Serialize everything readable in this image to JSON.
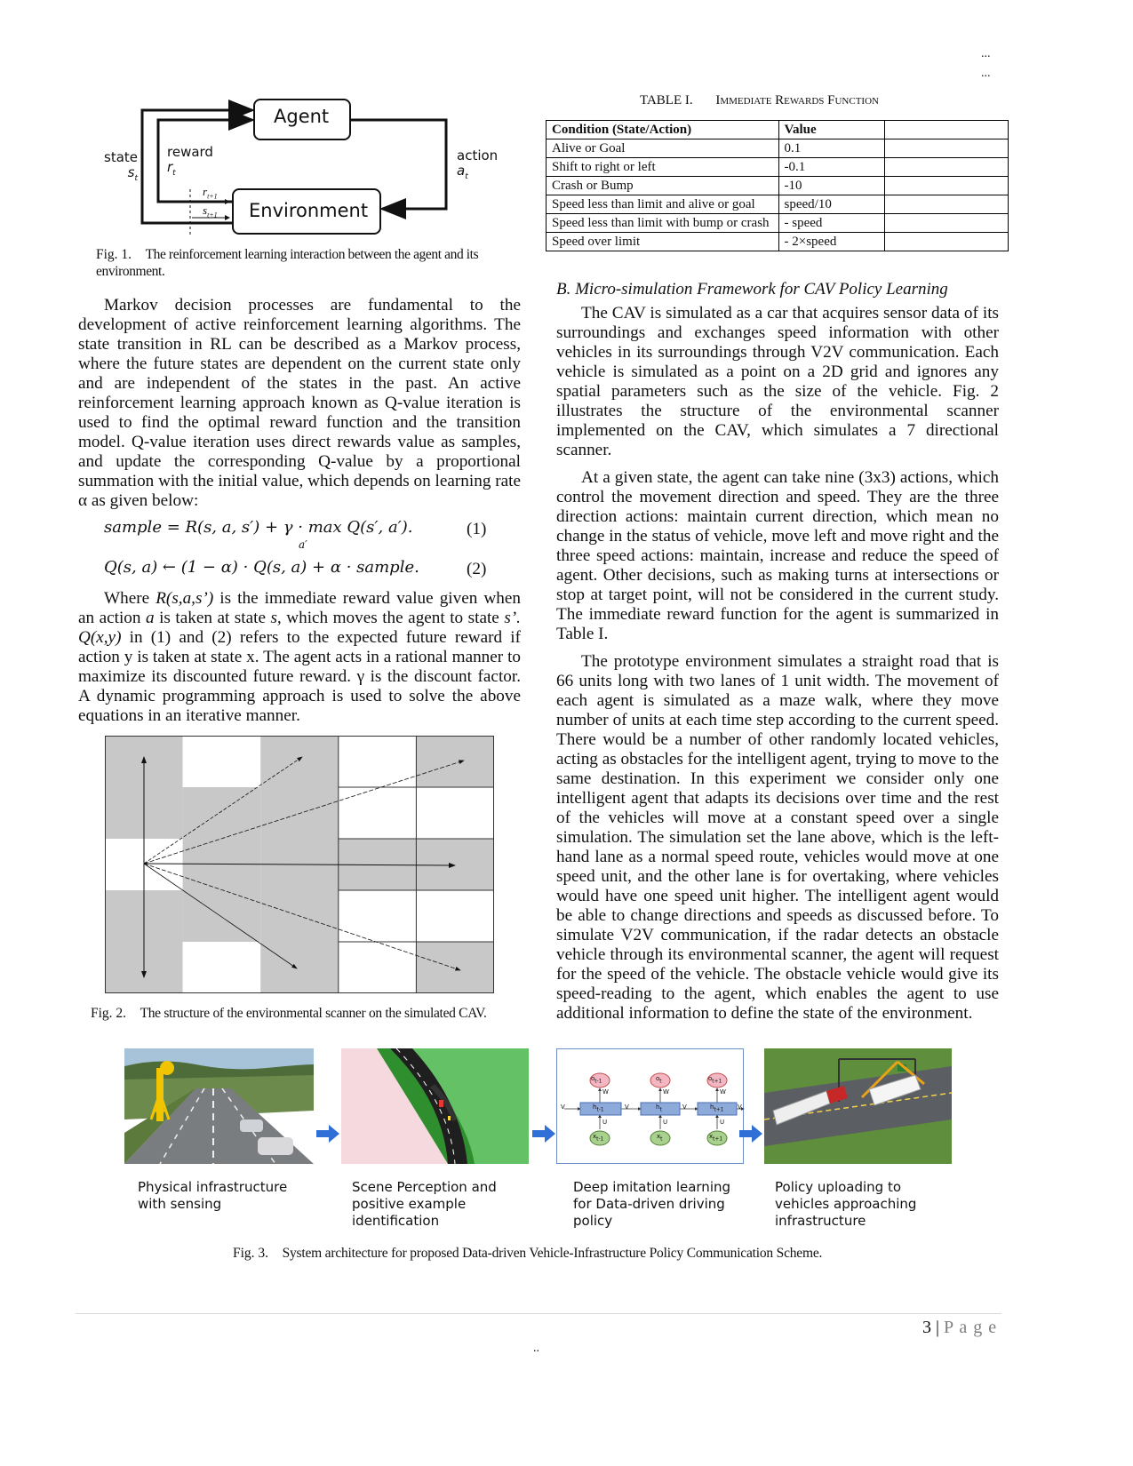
{
  "header": {
    "dots1": "...",
    "dots2": "..."
  },
  "fig1": {
    "agent": "Agent",
    "environment": "Environment",
    "state": "state",
    "state_sym": "s",
    "reward": "reward",
    "reward_sym": "r",
    "action": "action",
    "action_sym": "a",
    "r_next": "r",
    "s_next": "s",
    "sub_t": "t",
    "sub_t1": "t+1",
    "caption_num": "Fig. 1.",
    "caption": "The reinforcement learning interaction between the agent and its environment."
  },
  "left_col": {
    "p1": "Markov decision processes are fundamental to the development of active reinforcement learning algorithms. The state transition in RL can be described as a Markov process, where the future states are dependent on the current state only and are independent of the states in the past. An active reinforcement learning approach known as Q-value iteration is used to find the optimal reward function and the transition model. Q-value iteration uses direct rewards value as samples, and update the corresponding Q-value by a proportional summation with the initial value, which depends on learning rate α as given below:",
    "eq1": "sample = R(s, a, s′) + γ · max Q(s′, a′).",
    "eq1_sub": "a′",
    "eq1_num": "(1)",
    "eq2": "Q(s, a) ← (1 − α) · Q(s, a) + α · sample.",
    "eq2_num": "(2)",
    "p2_a": "Where ",
    "p2_r": "R(s,a,s’)",
    "p2_b": " is the immediate reward value given when an action ",
    "p2_a_sym": "a",
    "p2_c": " is taken at state ",
    "p2_s": "s,",
    "p2_d": " which moves the agent to state ",
    "p2_s2": "s’.",
    "p2_q": "Q(x,y)",
    "p2_e": " in (1) and (2) refers to the expected future reward if action y is taken at state x. The agent acts in a rational manner to maximize its discounted future reward. γ is the discount factor. A dynamic programming approach is used to solve the above equations in an iterative manner."
  },
  "fig2": {
    "caption_num": "Fig. 2.",
    "caption": "The structure of the environmental scanner on the simulated CAV.",
    "grid_fill": [
      [
        1,
        0,
        1,
        0,
        1
      ],
      [
        1,
        1,
        1,
        0,
        0
      ],
      [
        0,
        1,
        1,
        1,
        1
      ],
      [
        1,
        1,
        1,
        0,
        0
      ],
      [
        1,
        0,
        1,
        0,
        1
      ]
    ]
  },
  "table1": {
    "label": "TABLE I.",
    "title": "Immediate Rewards Function",
    "headers": [
      "Condition (State/Action)",
      "Value",
      ""
    ],
    "rows": [
      [
        "Alive or Goal",
        "0.1",
        ""
      ],
      [
        "Shift to right or left",
        "-0.1",
        ""
      ],
      [
        "Crash or Bump",
        "-10",
        ""
      ],
      [
        "Speed less than limit and alive or goal",
        "speed/10",
        ""
      ],
      [
        "Speed less than limit with bump or crash",
        "- speed",
        ""
      ],
      [
        "Speed over limit",
        "- 2×speed",
        ""
      ]
    ]
  },
  "right_col": {
    "heading": "B.  Micro-simulation Framework for CAV Policy Learning",
    "p1": "The CAV is simulated as a car that acquires sensor data of its surroundings and exchanges speed information with other vehicles in its surroundings through V2V communication. Each vehicle is simulated as a point on a 2D grid and ignores any spatial parameters such as the size of the vehicle. Fig. 2 illustrates the structure of the environmental scanner implemented on the CAV, which simulates a 7 directional scanner.",
    "p2": "At a given state, the agent can take nine (3x3) actions, which control the movement direction and speed. They are the three direction actions: maintain current direction, which mean no change in the status of vehicle, move left and move right and the three speed actions: maintain, increase and reduce the speed of agent. Other decisions, such as making turns at intersections or stop at target point, will not be considered in the current study. The immediate reward function for the agent is summarized in Table I.",
    "p3": "The prototype environment simulates a straight road that is 66 units long with two lanes of 1 unit width.  The movement of each agent is simulated as a maze walk, where they move number of units at each time step according to the current speed. There would be a number of other randomly located vehicles, acting as obstacles for the intelligent agent, trying to move to the same destination. In this experiment we consider only one intelligent agent that adapts its decisions over time and the rest of the vehicles will move at a constant speed over a single simulation. The simulation set the lane above, which is the left-hand lane as a normal speed route, vehicles would move at one speed unit, and the other lane is for overtaking, where vehicles would have one speed unit higher. The intelligent agent would be able to change directions and speeds as discussed before. To simulate V2V communication, if the radar detects an obstacle vehicle through its environmental scanner, the agent will request for the speed of the vehicle. The obstacle vehicle would give its speed-reading to the agent, which enables the agent to use additional information to define the state of the environment."
  },
  "fig3": {
    "labels": [
      "Physical infrastructure with sensing",
      "Scene Perception and positive example identification",
      "Deep imitation learning for Data-driven driving policy",
      "Policy uploading to vehicles approaching infrastructure"
    ],
    "rnn": {
      "o": "o",
      "h": "h",
      "x": "x",
      "w": "W",
      "u": "U",
      "v": "V",
      "sub_prev": "t-1",
      "sub_t": "t",
      "sub_next": "t+1"
    },
    "caption_num": "Fig. 3.",
    "caption": "System architecture for proposed Data-driven Vehicle-Infrastructure Policy Communication Scheme."
  },
  "footer": {
    "page_num": "3",
    "sep": "|",
    "page_word": "P a g e",
    "dots": ".."
  },
  "colors": {
    "grid_gray": "#c8c8c8",
    "arrow_blue": "#2f6fd6",
    "rnn_h": "#8eaadb",
    "rnn_o": "#f4b6c2",
    "rnn_x": "#a9d18e"
  }
}
